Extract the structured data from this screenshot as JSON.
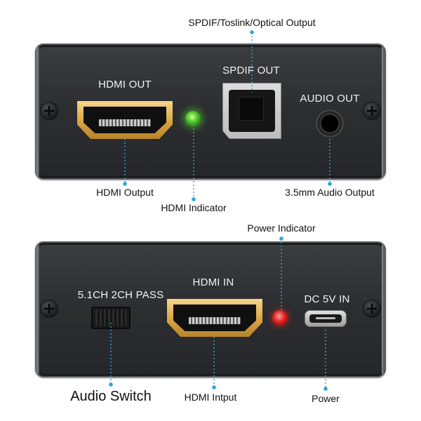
{
  "top_panel": {
    "hdmi_out_label": "HDMI OUT",
    "spdif_out_label": "SPDIF OUT",
    "audio_out_label": "AUDIO OUT"
  },
  "bottom_panel": {
    "audio_switch_label": "5.1CH 2CH PASS",
    "hdmi_in_label": "HDMI IN",
    "dc_in_label": "DC 5V IN"
  },
  "callouts": {
    "spdif_optical_output": "SPDIF/Toslink/Optical Output",
    "hdmi_output": "HDMI Output",
    "hdmi_indicator": "HDMI Indicator",
    "audio_output_35mm": "3.5mm Audio Output",
    "power_indicator": "Power Indicator",
    "audio_switch": "Audio Switch",
    "hdmi_input": "HDMI Intput",
    "power": "Power"
  },
  "colors": {
    "leader_line": "#2aa7d9",
    "connector_gold": "#d9a441",
    "led_green": "#50c72e",
    "led_red": "#e0211f"
  }
}
